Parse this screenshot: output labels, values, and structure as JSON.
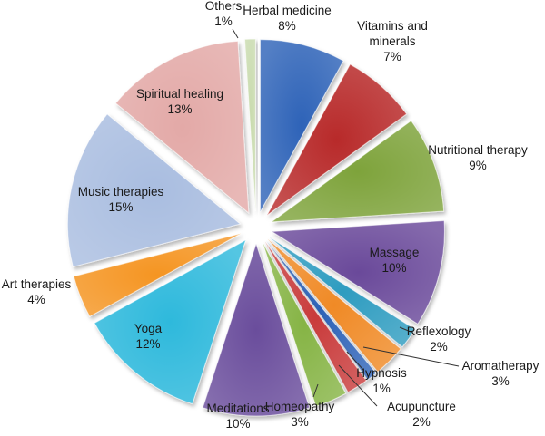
{
  "chart_data": {
    "type": "pie",
    "exploded": true,
    "title": "",
    "slices": [
      {
        "name": "Herbal medicine",
        "value": 8,
        "display": "8%",
        "color": "#2e63b8"
      },
      {
        "name": "Vitamins and minerals",
        "value": 7,
        "display": "7%",
        "color": "#b82c2a"
      },
      {
        "name": "Nutritional therapy",
        "value": 9,
        "display": "9%",
        "color": "#7ea33a"
      },
      {
        "name": "Massage",
        "value": 10,
        "display": "10%",
        "color": "#6a4a9a"
      },
      {
        "name": "Reflexology",
        "value": 2,
        "display": "2%",
        "color": "#2f9cc0"
      },
      {
        "name": "Aromatherapy",
        "value": 3,
        "display": "3%",
        "color": "#f08a26"
      },
      {
        "name": "Hypnosis",
        "value": 1,
        "display": "1%",
        "color": "#2e63b8"
      },
      {
        "name": "Acupuncture",
        "value": 2,
        "display": "2%",
        "color": "#c93a3a"
      },
      {
        "name": "Homeopathy",
        "value": 3,
        "display": "3%",
        "color": "#86b444"
      },
      {
        "name": "Meditations",
        "value": 10,
        "display": "10%",
        "color": "#6b4d9c"
      },
      {
        "name": "Yoga",
        "value": 12,
        "display": "12%",
        "color": "#2fb9dc"
      },
      {
        "name": "Art therapies",
        "value": 4,
        "display": "4%",
        "color": "#f59523"
      },
      {
        "name": "Music therapies",
        "value": 15,
        "display": "15%",
        "color": "#a9bde0"
      },
      {
        "name": "Spiritual healing",
        "value": 13,
        "display": "13%",
        "color": "#e3a9a7"
      },
      {
        "name": "Others",
        "value": 1,
        "display": "1%",
        "color": "#c9dbae"
      }
    ]
  }
}
